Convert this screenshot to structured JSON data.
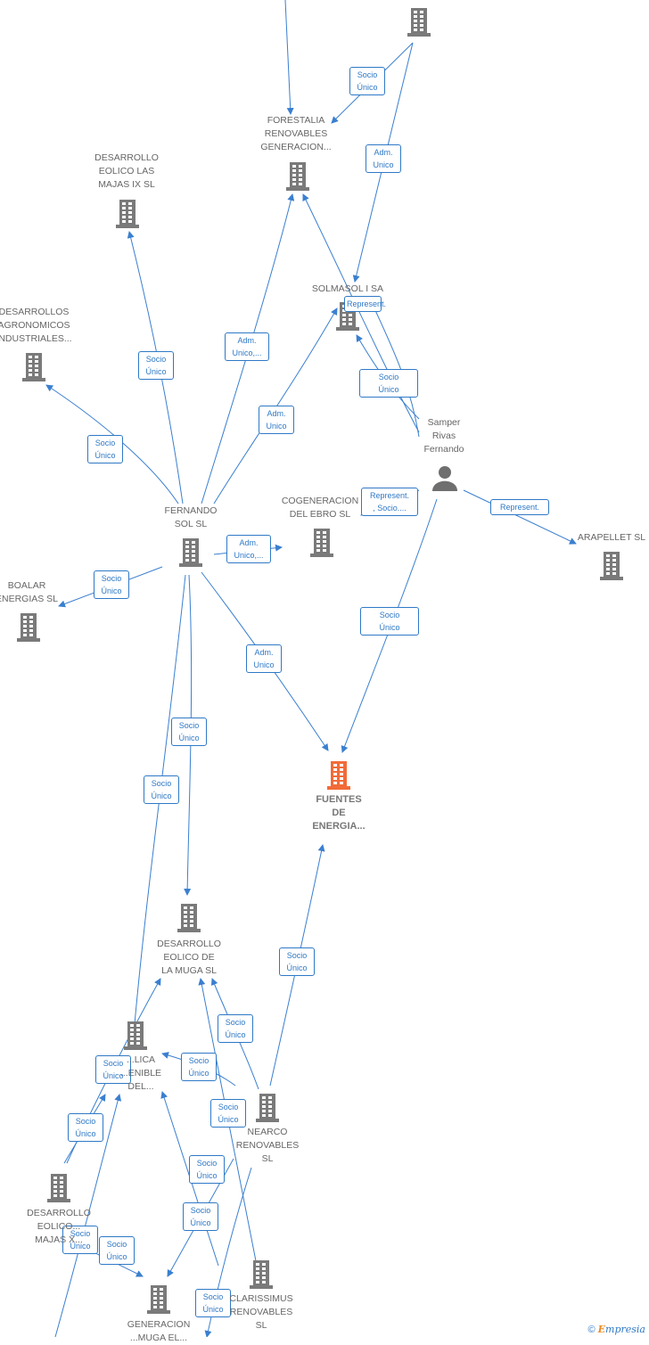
{
  "colors": {
    "edge": "#3a7fd0",
    "building": "#7a7a7a",
    "building_main": "#f26b38",
    "person": "#6f6f6f"
  },
  "nodes": [
    {
      "id": "top-building",
      "label": "",
      "icon": "building-icon"
    },
    {
      "id": "forestalia",
      "label": "FORESTALIA\nRENOVABLES\nGENERACION...",
      "icon": "building-icon"
    },
    {
      "id": "eolico-ix",
      "label": "DESARROLLO\nEOLICO LAS\nMAJAS IX  SL",
      "icon": "building-icon"
    },
    {
      "id": "solmasol",
      "label": "SOLMASOL I SA",
      "icon": "building-icon"
    },
    {
      "id": "agronomicos",
      "label": "DESARROLLOS\nAGRONOMICOS\nINDUSTRIALES...",
      "icon": "building-icon"
    },
    {
      "id": "samper",
      "label": "Samper\nRivas\nFernando",
      "icon": "person-icon"
    },
    {
      "id": "cogeneracion",
      "label": "COGENERACION\nDEL EBRO  SL",
      "icon": "building-icon"
    },
    {
      "id": "fernando-sol",
      "label": "FERNANDO\nSOL SL",
      "icon": "building-icon"
    },
    {
      "id": "arapellet",
      "label": "ARAPELLET  SL",
      "icon": "building-icon"
    },
    {
      "id": "boalar",
      "label": "BOALAR\nENERGIAS  SL",
      "icon": "building-icon"
    },
    {
      "id": "fuentes",
      "label": "FUENTES\nDE\nENERGIA...",
      "icon": "building-icon",
      "main": true
    },
    {
      "id": "muga",
      "label": "DESARROLLO\nEOLICO DE\nLA MUGA SL",
      "icon": "building-icon"
    },
    {
      "id": "eolica-sost",
      "label": "...LICA\n...ENIBLE\nDEL...",
      "icon": "building-icon"
    },
    {
      "id": "nearco",
      "label": "NEARCO\nRENOVABLES\nSL",
      "icon": "building-icon"
    },
    {
      "id": "eolico-x",
      "label": "DESARROLLO\nEOLICO...\nMAJAS X...",
      "icon": "building-icon"
    },
    {
      "id": "generacion",
      "label": "GENERACION\n...MUGA EL...",
      "icon": "building-icon"
    },
    {
      "id": "clarissimus",
      "label": "CLARISSIMUS\nRENOVABLES\nSL",
      "icon": "building-icon"
    }
  ],
  "edges": [
    {
      "label": "Socio\nÚnico"
    },
    {
      "label": "Socio\nÚnico"
    },
    {
      "label": "Adm.\nUnico"
    },
    {
      "label": "Represent."
    },
    {
      "label": "Socio\nÚnico"
    },
    {
      "label": "Adm.\nUnico,..."
    },
    {
      "label": "Adm.\nUnico"
    },
    {
      "label": "Socio\nÚnico"
    },
    {
      "label": "Represent.\n, Socio...."
    },
    {
      "label": "Represent."
    },
    {
      "label": "Adm.\nUnico,..."
    },
    {
      "label": "Socio\nÚnico"
    },
    {
      "label": "Represent."
    },
    {
      "label": "Adm.\nUnico"
    },
    {
      "label": "Socio\nÚnico"
    },
    {
      "label": "Socio\nÚnico"
    },
    {
      "label": "Socio\nÚnico"
    },
    {
      "label": "Socio\nÚnico"
    },
    {
      "label": "Socio\nÚnico"
    },
    {
      "label": "Socio\nÚnico"
    },
    {
      "label": "Socio\nÚnico"
    },
    {
      "label": "Socio\nÚnico"
    },
    {
      "label": "Socio\nÚnico"
    },
    {
      "label": "Socio\nÚnico"
    },
    {
      "label": "Socio\nÚnico"
    },
    {
      "label": "Socio\nÚnico"
    },
    {
      "label": "Socio\nÚnico"
    },
    {
      "label": "Socio\nÚnico"
    },
    {
      "label": "Socio\nÚnico"
    }
  ],
  "footer": {
    "copyright": "©",
    "brand": "mpresia",
    "brand_initial": "E"
  }
}
